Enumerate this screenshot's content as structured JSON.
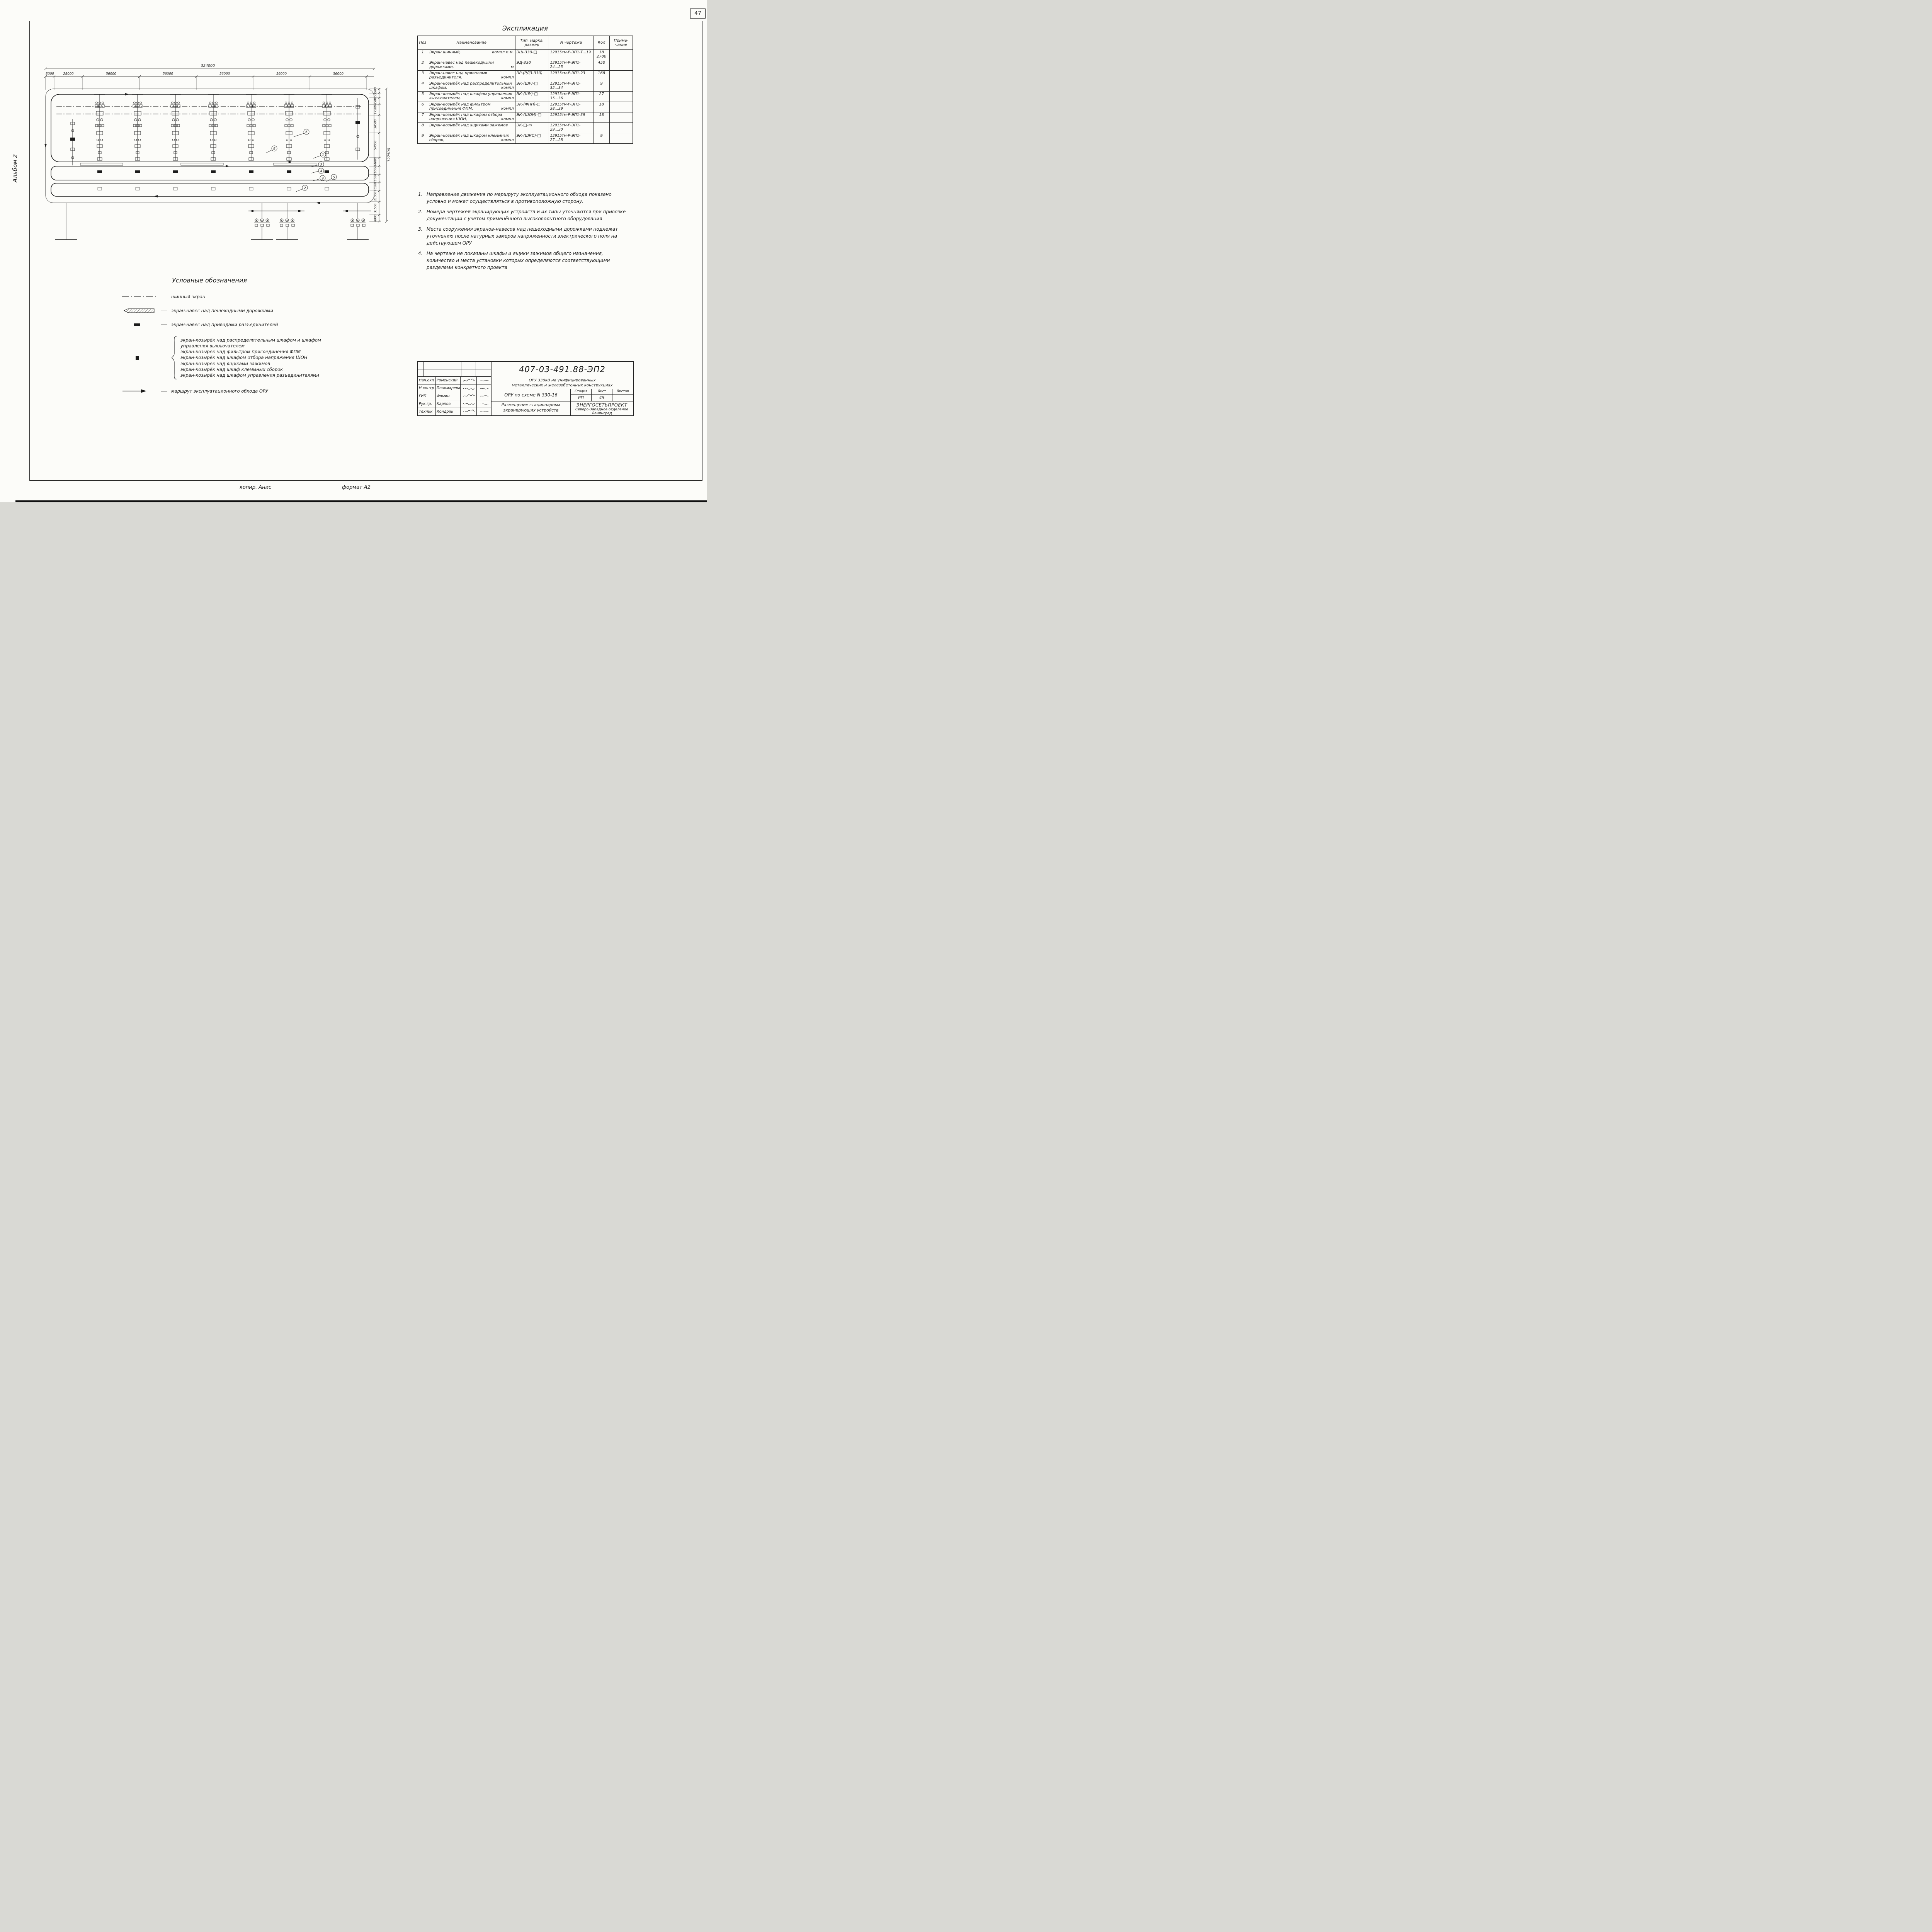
{
  "page": {
    "number": "47",
    "album": "Альбом 2",
    "copier": "копир. Анис",
    "format": "формат А2"
  },
  "drawing": {
    "dim_total_top": "324000",
    "dims_top": [
      "8000",
      "28000",
      "56000",
      "56000",
      "56000",
      "56000",
      "56000"
    ],
    "dims_right": [
      "3500",
      "4500",
      "8500",
      "17500",
      "30500",
      "54000",
      "14000",
      "16000",
      "16000",
      "10500",
      "21000",
      "31500",
      "8000"
    ],
    "dim_total_right": "127500",
    "callouts": [
      {
        "n": "6"
      },
      {
        "n": "8"
      },
      {
        "n": "1"
      },
      {
        "n": "3"
      },
      {
        "n": "4"
      },
      {
        "n": "9"
      },
      {
        "n": "5"
      },
      {
        "n": "2"
      }
    ]
  },
  "explication": {
    "title": "Экспликация",
    "headers": {
      "pos": "Поз",
      "name": "Наименование",
      "type": "Тип, марка, размер",
      "drawing": "N чертежа",
      "qty": "Кол",
      "note": "Приме-чание"
    },
    "rows": [
      {
        "pos": "1",
        "name": "Экран шинный,",
        "unit": "компл п.м.",
        "type": "ЭШ-330-□",
        "dwg": "12915тм-Р-ЭП1-Т...19",
        "qty": "18 2700",
        "note": ""
      },
      {
        "pos": "2",
        "name": "Экран-навес над пешеходными дорожками,",
        "unit": "м",
        "type": "ЭД-330",
        "dwg": "12915тм-Р-ЭП1-24...25",
        "qty": "450",
        "note": ""
      },
      {
        "pos": "3",
        "name": "Экран-навес над приводами разъединителя,",
        "unit": "компл",
        "type": "ЭР-(РДЗ-330)",
        "dwg": "12915тм-Р-ЭП1-23",
        "qty": "168",
        "note": ""
      },
      {
        "pos": "4",
        "name": "Экран-козырёк над распределительным шкафом,",
        "unit": "компл",
        "type": "ЭК-(ШР)-□",
        "dwg": "12915тм-Р-ЭП1-32...34",
        "qty": "9",
        "note": ""
      },
      {
        "pos": "5",
        "name": "Экран-козырёк над шкафом управления выключателем,",
        "unit": "компл",
        "type": "ЭК-(ШУ)-□",
        "dwg": "12915тм-Р-ЭП1-35...36",
        "qty": "27",
        "note": ""
      },
      {
        "pos": "6",
        "name": "Экран-козырёк над фильтром присоединения ФПМ,",
        "unit": "компл",
        "type": "ЭК-(ФПН)-□",
        "dwg": "12915тм-Р-ЭП1-38...39",
        "qty": "18",
        "note": ""
      },
      {
        "pos": "7",
        "name": "Экран-козырёк над шкафом отбора напряжения ШОН,",
        "unit": "компл",
        "type": "ЭК-(ШОН)-□",
        "dwg": "12915тм-Р-ЭП1-39",
        "qty": "18",
        "note": ""
      },
      {
        "pos": "8",
        "name": "Экран-козырёк над ящиками зажимов",
        "unit": "",
        "type": "ЭК-□-▭",
        "dwg": "12915тм-Р-ЭП1-29...30",
        "qty": "",
        "note": ""
      },
      {
        "pos": "9",
        "name": "Экран-козырёк над шкафом клеммных сборок,",
        "unit": "компл",
        "type": "ЭК-(ШКС)-□",
        "dwg": "12915тм-Р-ЭП1-27...28",
        "qty": "9",
        "note": ""
      }
    ]
  },
  "notes": [
    {
      "num": "1.",
      "text": "Направление движения по маршруту эксплуатационного обхода показано условно и может осуществляться в противоположную сторону."
    },
    {
      "num": "2.",
      "text": "Номера чертежей экранирующих устройств и их типы уточняются при привязке документации с учетом применённого высоковольтного оборудования"
    },
    {
      "num": "3.",
      "text": "Места сооружения экранов-навесов над пешеходными дорожками подлежат уточнению после натурных замеров напряженности электрического поля на действующем ОРУ"
    },
    {
      "num": "4.",
      "text": "На чертеже не показаны шкафы и ящики зажимов общего назначения, количество и места установки которых определяются соответствующими разделами конкретного проекта"
    }
  ],
  "legend": {
    "title": "Условные обозначения",
    "items": [
      {
        "label": "шинный экран"
      },
      {
        "label": "экран-навес над пешеходными дорожками"
      },
      {
        "label": "экран-навес над приводами разъединителей"
      }
    ],
    "group": {
      "lines": [
        "экран-козырёк над распределительным шкафом и шкафом управления выключателем",
        "экран-козырёк над фильтром присоединения ФПМ",
        "экран-козырёк над шкафом отбора напряжения ШОН",
        "экран-козырёк над ящиками зажимов",
        "экран-козырёк над шкаф клеммных сборок",
        "экран-козырёк над шкафом управления разъединителями"
      ]
    },
    "route_item": "маршрут эксплуатационного обхода ОРУ"
  },
  "titleblock": {
    "doc_number": "407-03-491.88-ЭП2",
    "project_line1": "ОРУ 330кВ на унифицированных",
    "project_line2": "металлических и железобетонных конструкциях",
    "scheme": "ОРУ по схеме N 330-16",
    "stage_label": "Стадия",
    "sheet_label": "Лист",
    "sheets_label": "Листов",
    "stage": "РП",
    "sheet": "45",
    "sheets": "",
    "subtitle_line1": "Размещение стационарных",
    "subtitle_line2": "экранирующих устройств",
    "org_line1": "ЭНЕРГОСЕТЬПРОЕКТ",
    "org_line2": "Северо-Западное отделение",
    "org_line3": "Ленинград",
    "roles": [
      {
        "role": "Нач.окп",
        "name": "Роменский"
      },
      {
        "role": "Н.контр",
        "name": "Пономарева"
      },
      {
        "role": "ГИП",
        "name": "Фомин"
      },
      {
        "role": "Рук.гр.",
        "name": "Карпов"
      },
      {
        "role": "Техник",
        "name": "Кондрик"
      }
    ]
  }
}
